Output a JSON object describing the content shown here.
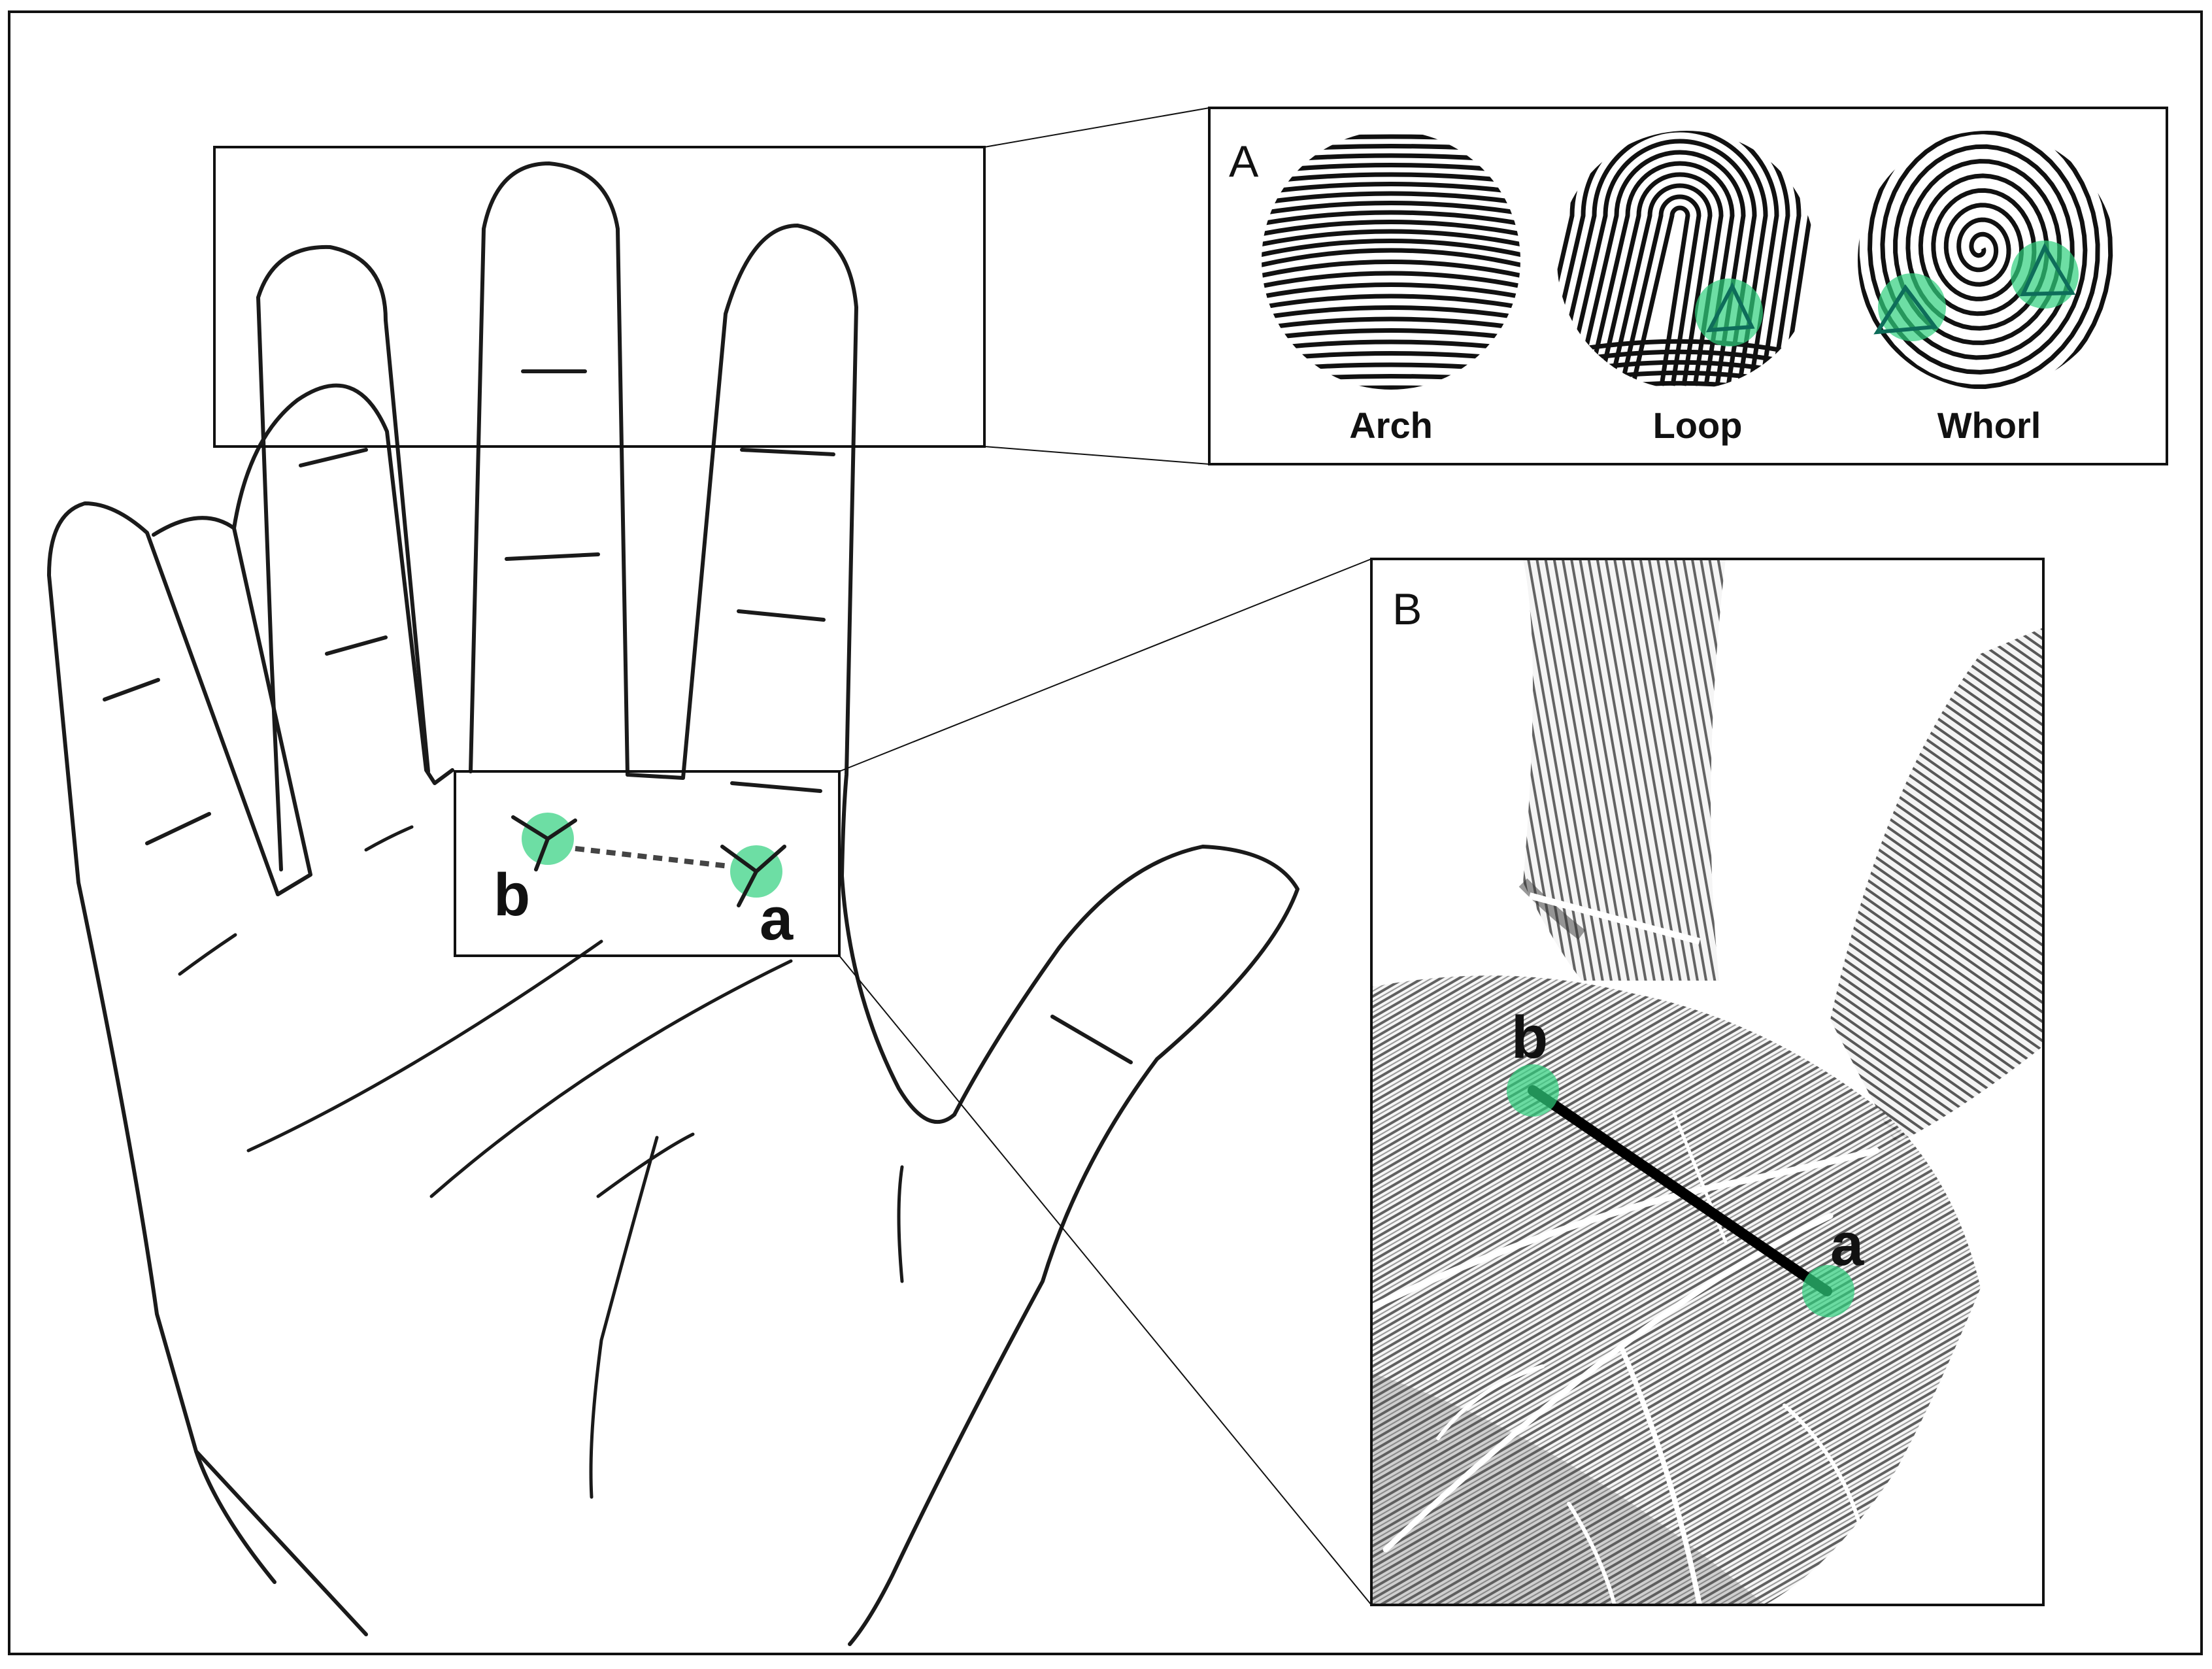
{
  "panel_a": {
    "letter": "A",
    "patterns": [
      {
        "label": "Arch"
      },
      {
        "label": "Loop"
      },
      {
        "label": "Whorl"
      }
    ]
  },
  "panel_b": {
    "letter": "B"
  },
  "points": {
    "a": "a",
    "b": "b"
  },
  "colors": {
    "triradius_marker": "#2fd07e",
    "triradius_outline": "#0e6d5a",
    "ink": "#1a1a1a"
  }
}
